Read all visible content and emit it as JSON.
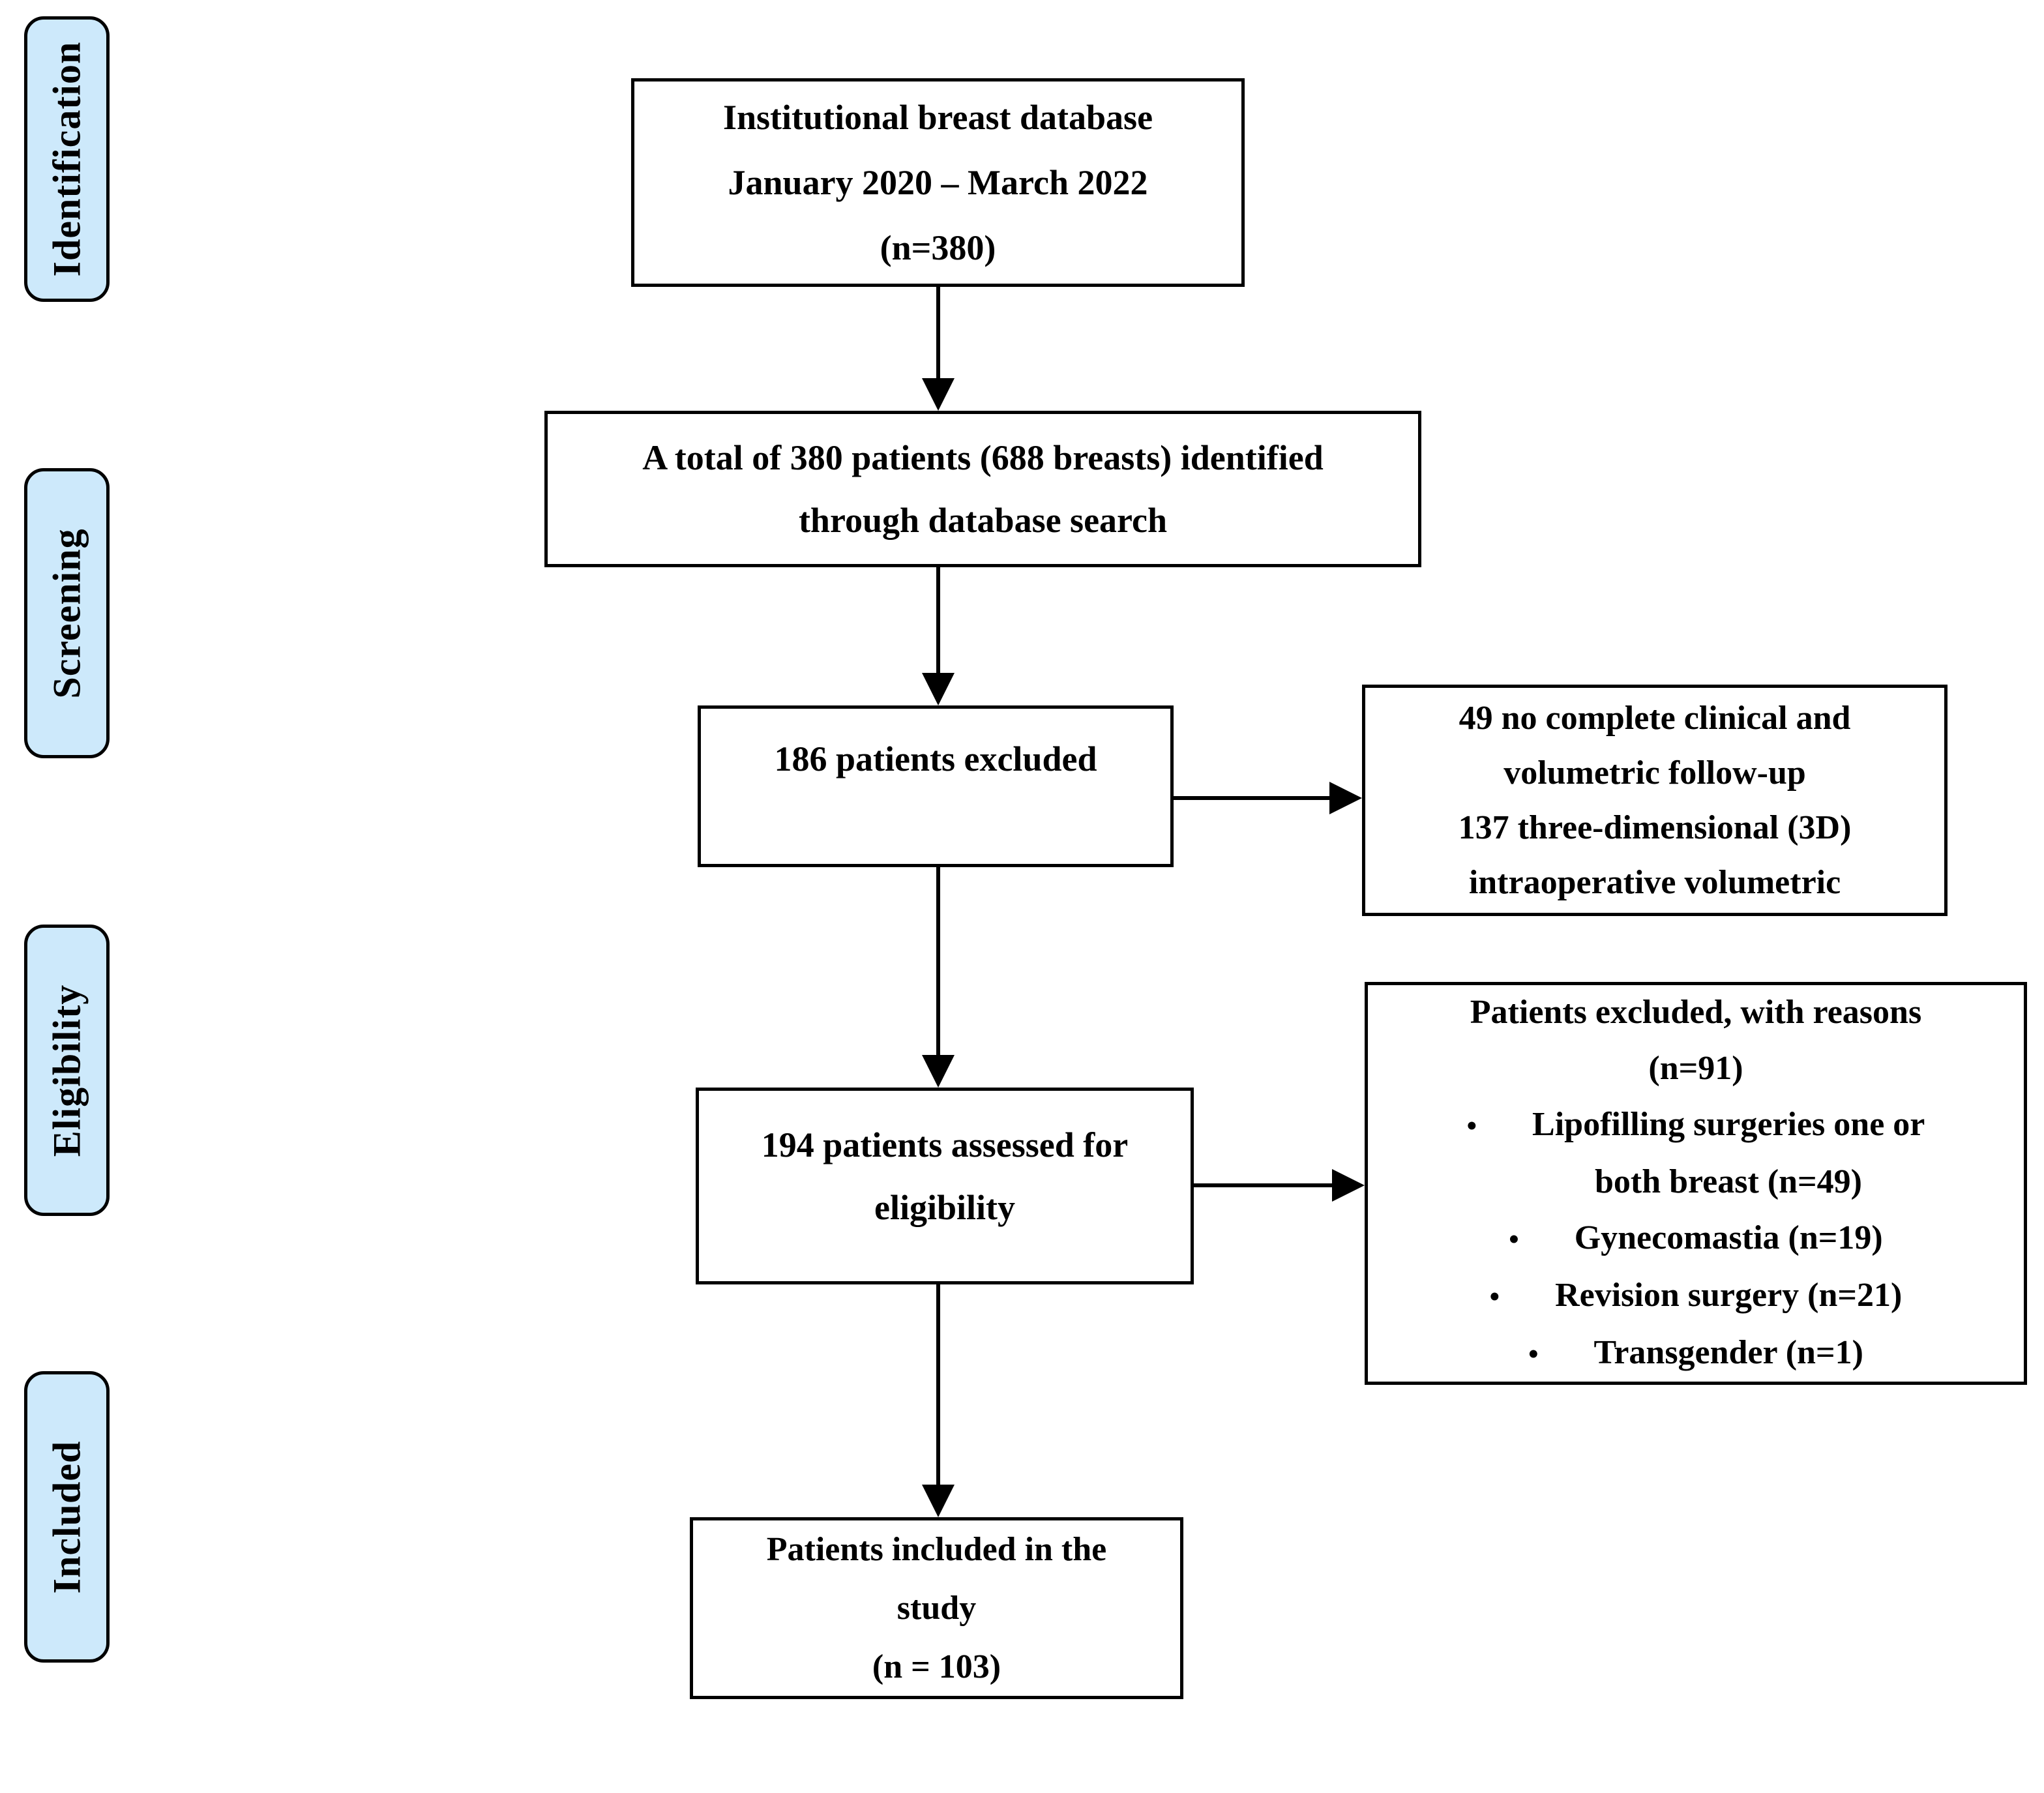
{
  "palette": {
    "band_fill": "#cde9fb",
    "line_color": "#000000",
    "background": "#ffffff"
  },
  "stages": [
    {
      "label": "Identification"
    },
    {
      "label": "Screening"
    },
    {
      "label": "Eligibility"
    },
    {
      "label": "Included"
    }
  ],
  "flow": {
    "box_database": {
      "lines": [
        "Institutional breast database",
        "January 2020 – March 2022",
        "(n=380)"
      ]
    },
    "box_identified": {
      "lines": [
        "A total of 380 patients (688 breasts) identified",
        "through database search"
      ]
    },
    "box_excluded": {
      "lines": [
        "186 patients excluded"
      ]
    },
    "box_excluded_detail": {
      "lines": [
        "49 no complete clinical and",
        "volumetric follow-up",
        "137 three-dimensional (3D)",
        "intraoperative volumetric"
      ]
    },
    "box_assessed": {
      "lines": [
        "194 patients assessed for",
        "eligibility"
      ]
    },
    "box_reasons": {
      "title_lines": [
        "Patients excluded, with reasons",
        "(n=91)"
      ],
      "bullet_char": "•",
      "bullets": [
        {
          "lines": [
            "Lipofilling surgeries one or",
            "both breast (n=49)"
          ]
        },
        {
          "lines": [
            "Gynecomastia (n=19)"
          ]
        },
        {
          "lines": [
            "Revision surgery (n=21)"
          ]
        },
        {
          "lines": [
            "Transgender (n=1)"
          ]
        }
      ]
    },
    "box_included": {
      "lines": [
        "Patients included in the",
        "study",
        "(n = 103)"
      ]
    }
  }
}
